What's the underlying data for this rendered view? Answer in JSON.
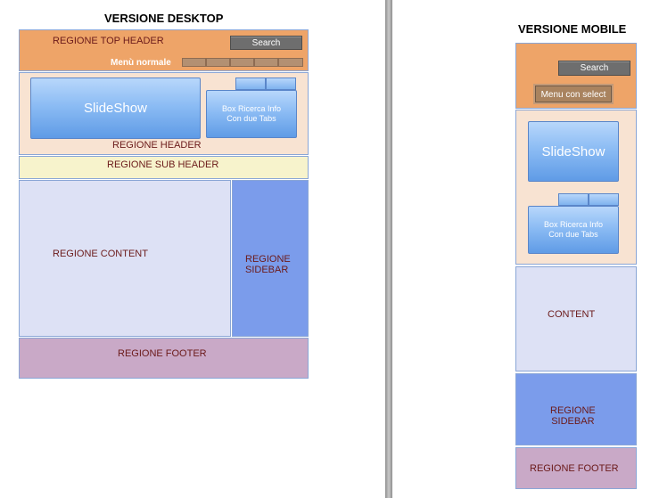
{
  "desktop": {
    "title": "VERSIONE DESKTOP",
    "top_header_label": "REGIONE TOP HEADER",
    "search_label": "Search",
    "menu_label": "Menù normale",
    "slideshow_label": "SlideShow",
    "box_label_line1": "Box Ricerca Info",
    "box_label_line2": "Con due Tabs",
    "header_label": "REGIONE HEADER",
    "sub_header_label": "REGIONE SUB HEADER",
    "content_label": "REGIONE CONTENT",
    "sidebar_label_line1": "REGIONE",
    "sidebar_label_line2": "SIDEBAR",
    "footer_label": "REGIONE FOOTER"
  },
  "mobile": {
    "title": "VERSIONE MOBILE",
    "search_label": "Search",
    "menu_select_label": "Menu con select",
    "slideshow_label": "SlideShow",
    "box_label_line1": "Box Ricerca Info",
    "box_label_line2": "Con due Tabs",
    "content_label": "CONTENT",
    "sidebar_label_line1": "REGIONE",
    "sidebar_label_line2": "SIDEBAR",
    "footer_label": "REGIONE FOOTER"
  },
  "colors": {
    "top_header": "#eea468",
    "header": "#f8e3d2",
    "sub_header": "#f7f3cc",
    "content": "#dde1f5",
    "sidebar": "#7b9ceb",
    "footer": "#c9a9c7"
  }
}
